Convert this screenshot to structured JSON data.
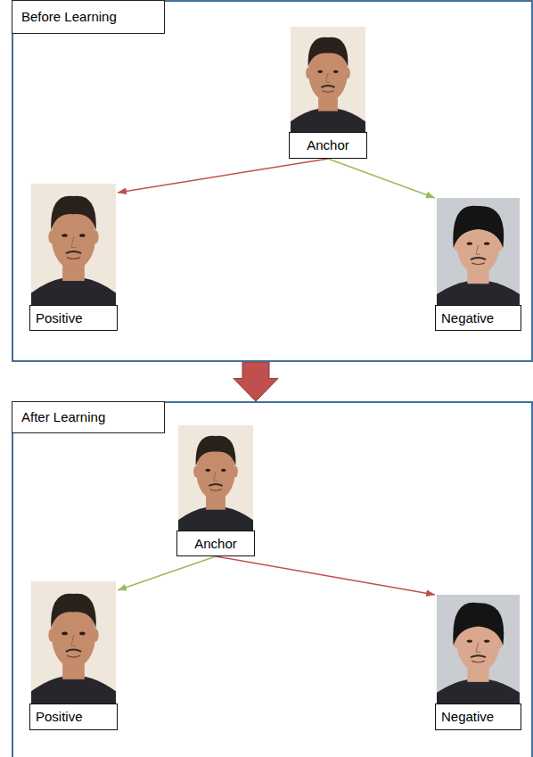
{
  "diagram": {
    "nodes": [
      {
        "text": [
          "Before Learning"
        ]
      },
      {
        "text": [
          "Anchor"
        ],
        "in": 0
      },
      {
        "text": [
          "Positive"
        ],
        "in": 0
      },
      {
        "text": [
          "Negative"
        ],
        "in": 0
      },
      {
        "text": [
          "After Learning"
        ]
      },
      {
        "text": [
          "Anchor"
        ],
        "in": 4
      },
      {
        "text": [
          "Positive"
        ],
        "in": 4
      },
      {
        "text": [
          "Negative"
        ],
        "in": 4
      }
    ],
    "edges": [
      {
        "from": 1,
        "to": 2,
        "arrow": "to"
      },
      {
        "from": 1,
        "to": 3,
        "arrow": "to"
      },
      {
        "from": 0,
        "to": 4,
        "arrow": "to"
      },
      {
        "from": 5,
        "to": 6,
        "arrow": "to"
      },
      {
        "from": 5,
        "to": 7,
        "arrow": "to"
      }
    ]
  }
}
